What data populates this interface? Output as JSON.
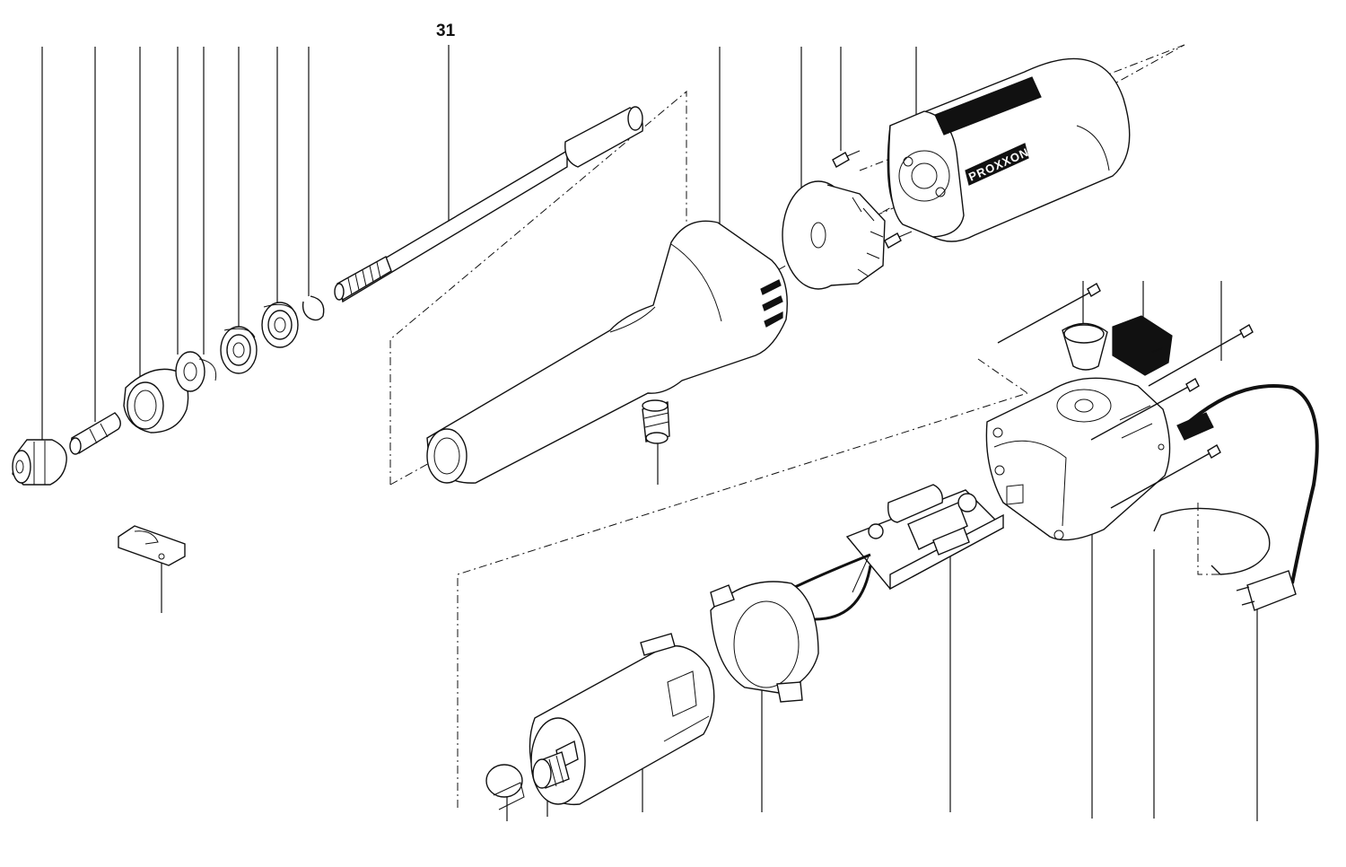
{
  "diagram": {
    "callouts": [
      {
        "id": "part-31",
        "label": "31"
      }
    ],
    "label_plate": {
      "brand_text": "PROXXON"
    },
    "colors": {
      "ink": "#111111",
      "background": "#ffffff"
    }
  }
}
